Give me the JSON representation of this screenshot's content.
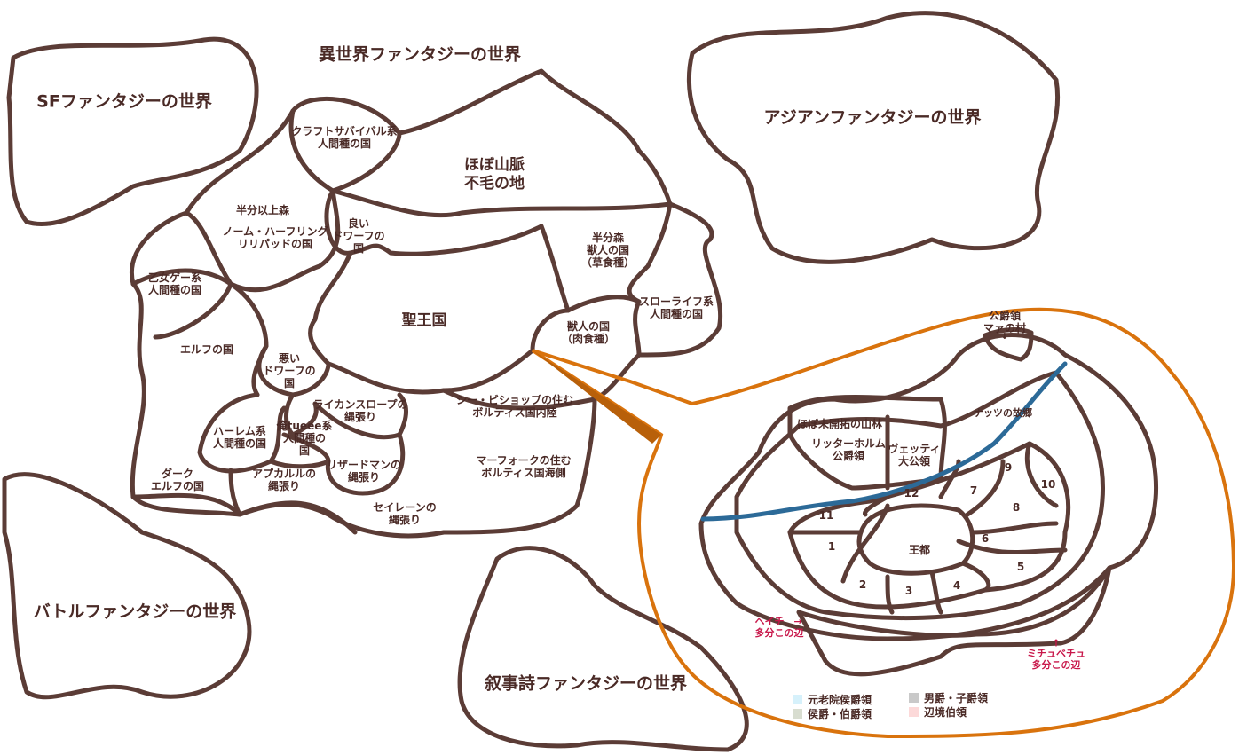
{
  "worlds": {
    "isekai": "異世界ファンタジーの世界",
    "sf": "SFファンタジーの世界",
    "asian": "アジアンファンタジーの世界",
    "battle": "バトルファンタジーの世界",
    "epic": "叙事詩ファンタジーの世界"
  },
  "regions": {
    "craft": "クラフトサバイバル系\n人間種の国",
    "mountains": "ほぼ山脈\n不毛の地",
    "half_forest": "半分以上森",
    "gnome": "ノーム・ハーフリング\nリリパッドの国",
    "good_dwarf": "良い\nドワーフの\n国",
    "otome": "乙女ゲー系\n人間種の国",
    "holy_kingdom": "聖王国",
    "beast_herb": "半分森\n獣人の国\n（草食種）",
    "slowlife": "スローライフ系\n人間種の国",
    "beast_meat": "獣人の国\n（肉食種）",
    "elf": "エルフの国",
    "bad_dwarf": "悪い\nドワーフの\n国",
    "lycan": "ライカンスロープの\n縄張り",
    "sea_bishop": "シー・ビショップの住む\nボルティス国内陸",
    "harem": "ハーレム系\n人間種の国",
    "oretueee": "俺tueee系\n人間種の\n国",
    "lizard": "リザードマンの\n縄張り",
    "dark_elf": "ダーク\nエルフの国",
    "apkallu": "アプカルルの\n縄張り",
    "merfolk": "マーフォークの住む\nボルティス国海側",
    "siren": "セイレーンの\n縄張り"
  },
  "inset": {
    "capital": "王都",
    "duke_village": "公爵領\nマァの村",
    "nuts_home": "ナッツの故郷",
    "forest": "ほぼ未開拓の山林",
    "ritterholm": "リッターホルム\n公爵領",
    "vetti": "ヴェッティ\n大公領",
    "heichi": "ヘイチ　→\n多分この辺",
    "michu": "ミチュベチュ\n多分この辺",
    "arrow_up": "↑",
    "arrow_down": "↓",
    "numbers": [
      "1",
      "2",
      "3",
      "4",
      "5",
      "6",
      "7",
      "8",
      "9",
      "10",
      "11",
      "12"
    ]
  },
  "legend": [
    {
      "label": "元老院侯爵領",
      "color": "#d6f1fb"
    },
    {
      "label": "侯爵・伯爵領",
      "color": "#d8ddd0"
    },
    {
      "label": "男爵・子爵領",
      "color": "#c9c9c9"
    },
    {
      "label": "辺境伯領",
      "color": "#fcd9d9"
    }
  ],
  "colors": {
    "border": "#5b3c36",
    "callout": "#d9730d",
    "river": "#2c6a98",
    "capital": "#fbf8b0",
    "lavender": "#e1ddec"
  }
}
